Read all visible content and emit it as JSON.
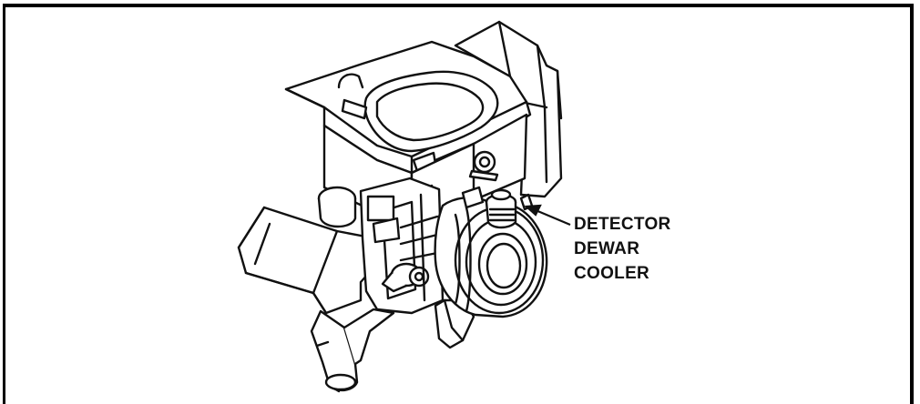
{
  "callout": {
    "lines": [
      "DETECTOR",
      "DEWAR",
      "COOLER"
    ]
  },
  "colors": {
    "line": "#111111",
    "fill": "#ffffff",
    "shade": "#d8d8d8"
  },
  "icons": {
    "callout_arrow": "arrow-left-icon"
  }
}
